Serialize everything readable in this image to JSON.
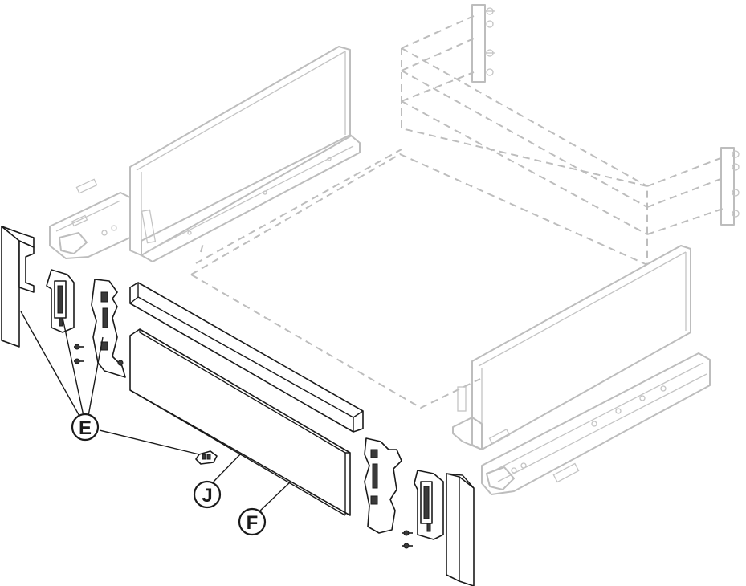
{
  "callouts": {
    "e": "E",
    "j": "J",
    "f": "F"
  },
  "colors": {
    "ghost_outline": "#bdbdbd",
    "part_outline": "#1a1a1a",
    "background": "#ffffff"
  }
}
